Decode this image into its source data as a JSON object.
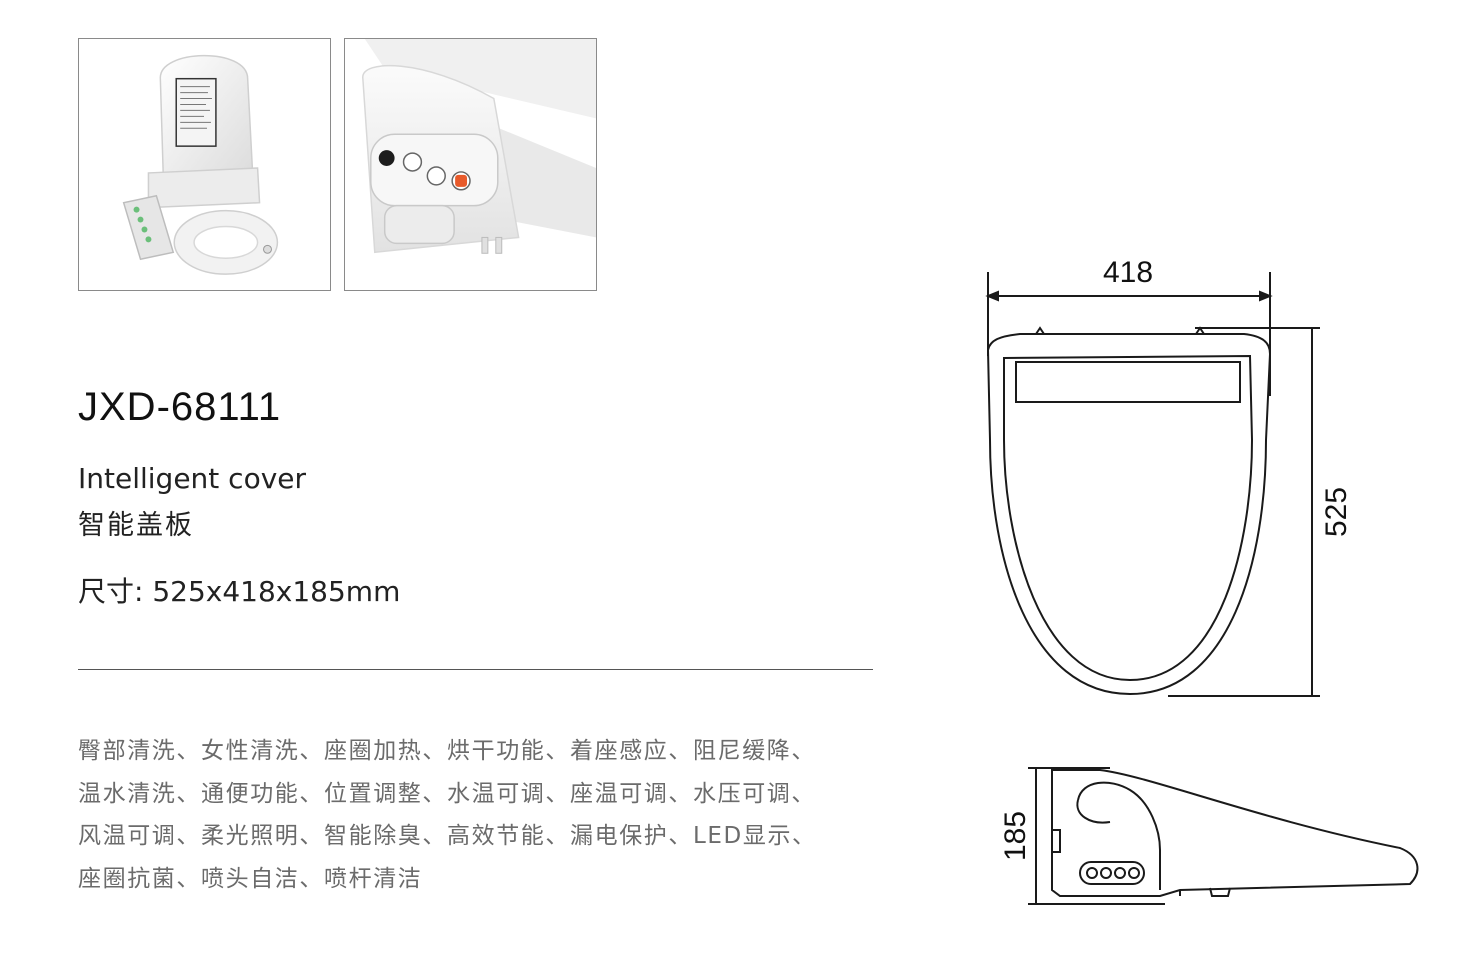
{
  "product": {
    "model": "JXD-68111",
    "name_en": "Intelligent cover",
    "name_cn": "智能盖板",
    "size_line": "尺寸: 525x418x185mm",
    "features": [
      "臀部清洗、女性清洗、座圈加热、烘干功能、着座感应、阻尼缓降、",
      "温水清洗、通便功能、位置调整、水温可调、座温可调、水压可调、",
      "风温可调、柔光照明、智能除臭、高效节能、漏电保护、LED显示、",
      "座圈抗菌、喷头自洁、喷杆清洁"
    ]
  },
  "dimensions": {
    "width": "418",
    "length": "525",
    "height": "185"
  },
  "colors": {
    "accent_led": "#6bbf7a",
    "button_orange": "#e85a2a"
  }
}
